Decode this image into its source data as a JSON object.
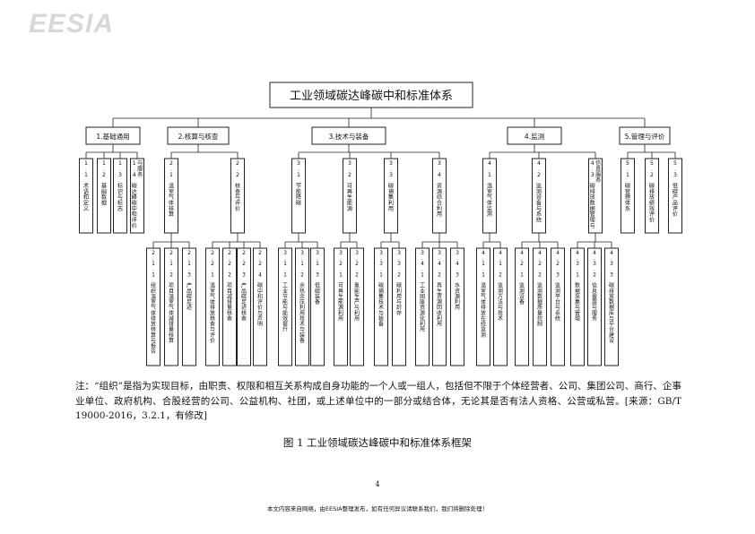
{
  "logo": "EESIA",
  "root": "工业领域碳达峰碳中和标准体系",
  "categories": [
    {
      "label": "1.基础通用",
      "children": [
        {
          "label": "1.1 术语和定义",
          "children": []
        },
        {
          "label": "1.2 基础数据",
          "children": []
        },
        {
          "label": "1.3 标识与标志",
          "children": []
        },
        {
          "label": "1.4 碳达峰碳中和评价与服务",
          "children": []
        }
      ]
    },
    {
      "label": "2.核算与核查",
      "children": [
        {
          "label": "2.1 温室气体核算",
          "children": [
            "2.1.1 组织温室气体排放核算与报告",
            "2.1.2 项目温室气体减排量核算",
            "2.1.3 产品碳足迹"
          ]
        },
        {
          "label": "2.2 核查与评价",
          "children": [
            "2.2.1 温室气体排放核查与评价",
            "2.2.2 项目减排量核查",
            "2.2.3 产品碳足迹核查",
            "2.2.4 碳中和评价与声明"
          ]
        }
      ]
    },
    {
      "label": "3.技术与装备",
      "children": [
        {
          "label": "3.1 节能降碳",
          "children": [
            "3.1.1 工业节能与能效提升",
            "3.1.2 余热余压利用技术与装备",
            "3.1.3 低碳装备"
          ]
        },
        {
          "label": "3.2 可再生能源",
          "children": [
            "3.2.1 可再生能源利用",
            "3.2.2 氢能生产与利用"
          ]
        },
        {
          "label": "3.3 碳捕集利用",
          "children": [
            "3.3.1 碳捕集技术与装备",
            "3.3.2 碳利用与封存"
          ]
        },
        {
          "label": "3.4 资源综合利用",
          "children": [
            "3.4.1 工业固废资源化利用",
            "3.4.2 再生资源回收利用",
            "3.4.3 水资源利用"
          ]
        }
      ]
    },
    {
      "label": "4.监测",
      "children": [
        {
          "label": "4.1 温室气体监测",
          "children": [
            "4.1.1 温室气体排放在线监测",
            "4.1.2 监测方法与技术"
          ]
        },
        {
          "label": "4.2 监测设备与系统",
          "children": [
            "4.2.1 监测设备",
            "4.2.2 监测数据质量控制",
            "4.2.3 监测平台与系统"
          ]
        },
        {
          "label": "4.3 碳排放数据管理与信息服务",
          "children": [
            "4.3.1 数据采集与管理",
            "4.3.2 信息披露与服务",
            "4.3.3 碳排放数据库与平台建设"
          ]
        }
      ]
    },
    {
      "label": "5.管理与评价",
      "children": [
        {
          "label": "5.1 碳管理体系",
          "children": []
        },
        {
          "label": "5.2 碳排放绩效评价",
          "children": []
        },
        {
          "label": "5.3 低碳产品评价",
          "children": []
        }
      ]
    }
  ],
  "note": "注：“组织”是指为实现目标，由职责、权限和相互关系构成自身功能的一个人或一组人，包括但不限于个体经营者、公司、集团公司、商行、企事业单位、政府机构、合股经营的公司、公益机构、社团，或上述单位中的一部分或结合体，无论其是否有法人资格、公营或私营。[来源：GB/T 19000-2016，3.2.1，有修改]",
  "caption": "图 1  工业领域碳达峰碳中和标准体系框架",
  "page_number": "4",
  "footer": "本文内容来自网络，由EESIA整理发布，如有任何异议请联系我们，我们将删除处理！"
}
